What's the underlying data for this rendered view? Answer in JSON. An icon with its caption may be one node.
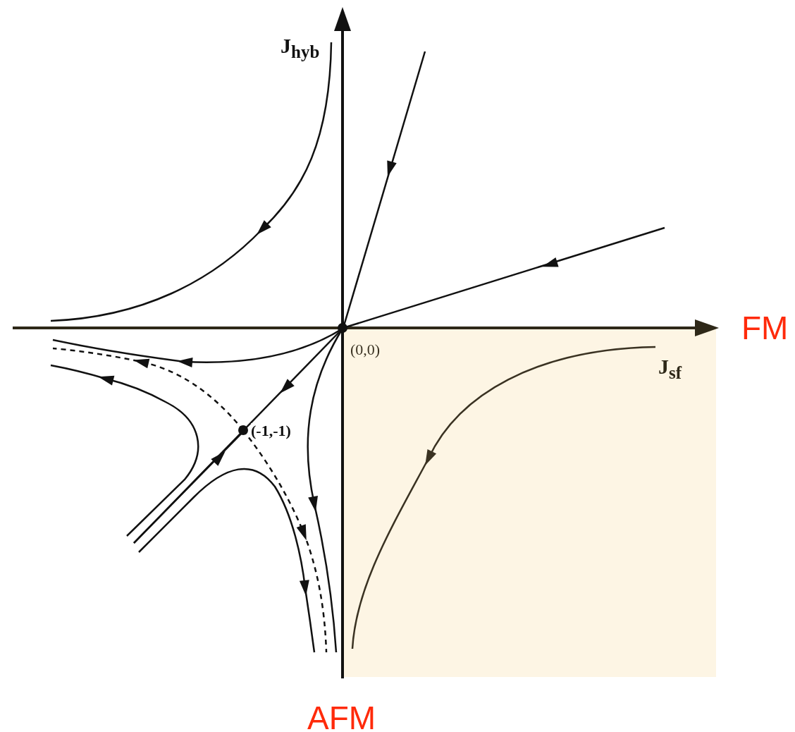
{
  "diagram": {
    "labels": [
      "J$_{hyb}$",
      "FM",
      "(0,0)",
      "J$_{sf}$",
      "(-1,-1)",
      "AFM"
    ]
  }
}
